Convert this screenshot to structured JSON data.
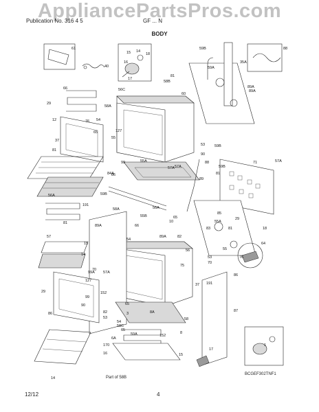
{
  "watermark": "AppliancePartsPros.com",
  "header": {
    "left_text": "Publication No. 316  4  5",
    "right_text": "GF  ...  N",
    "title": "BODY"
  },
  "footer": {
    "date": "12/12",
    "page": "4",
    "model_code": "BCGEF302TNF1"
  },
  "notes": {
    "part_of_58b": "Part of 58B"
  },
  "callouts": [
    "61",
    "40",
    "15",
    "14",
    "18",
    "16",
    "17",
    "59B",
    "88",
    "35A",
    "59A",
    "81",
    "58B",
    "56C",
    "66",
    "89A",
    "60",
    "29",
    "12",
    "58A",
    "54",
    "76",
    "65",
    "127",
    "55",
    "53",
    "89A",
    "37",
    "81",
    "90",
    "99",
    "86",
    "57A",
    "59B",
    "71",
    "57A",
    "88",
    "59B",
    "84A",
    "89",
    "57A",
    "55A",
    "56A",
    "59B",
    "81",
    "65",
    "56A",
    "191",
    "57",
    "18",
    "15",
    "14",
    "85",
    "55A",
    "66",
    "55B",
    "10",
    "58A",
    "89A",
    "29",
    "81",
    "89A",
    "81",
    "83",
    "82",
    "56",
    "64",
    "53",
    "54",
    "55",
    "70",
    "70",
    "75",
    "37",
    "191",
    "76",
    "99A",
    "86",
    "127",
    "152",
    "65",
    "29",
    "90",
    "99",
    "86",
    "82",
    "53",
    "3",
    "54",
    "8A",
    "87",
    "57A",
    "58C",
    "65",
    "59A",
    "8",
    "58",
    "152",
    "6A",
    "170",
    "15",
    "16",
    "14",
    "17",
    "1"
  ]
}
